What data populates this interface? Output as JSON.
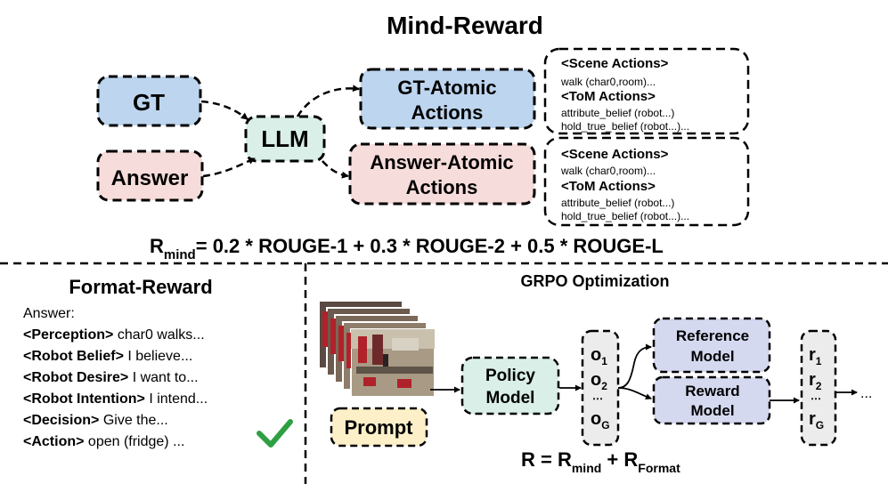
{
  "mind_reward": {
    "title": "Mind-Reward",
    "gt": "GT",
    "answer": "Answer",
    "llm": "LLM",
    "gt_atomic_line1": "GT-Atomic",
    "gt_atomic_line2": "Actions",
    "answer_atomic_line1": "Answer-Atomic",
    "answer_atomic_line2": "Actions",
    "gt_panel": {
      "scene_header": "<Scene Actions>",
      "scene_line": "walk (char0,room)...",
      "tom_header": "<ToM Actions>",
      "tom_line1": "attribute_belief (robot...)",
      "tom_line2": "hold_true_belief (robot...)..."
    },
    "answer_panel": {
      "scene_header": "<Scene Actions>",
      "scene_line": "walk (char0,room)...",
      "tom_header": "<ToM Actions>",
      "tom_line1": "attribute_belief (robot...)",
      "tom_line2": "hold_true_belief (robot...)..."
    },
    "formula": {
      "r": "R",
      "sub": "mind",
      "rest": "= 0.2 * ROUGE-1 + 0.3 * ROUGE-2 + 0.5 * ROUGE-L"
    }
  },
  "format_reward": {
    "title": "Format-Reward",
    "answer_label": "Answer:",
    "lines": [
      {
        "tag": "<Perception>",
        "text": " char0 walks..."
      },
      {
        "tag": "<Robot Belief>",
        "text": " I believe..."
      },
      {
        "tag": "<Robot Desire>",
        "text": " I want to..."
      },
      {
        "tag": "<Robot Intention>",
        "text": " I intend..."
      },
      {
        "tag": "<Decision>",
        "text": " Give the..."
      },
      {
        "tag": "<Action>",
        "text": " open (fridge) ..."
      }
    ],
    "check_icon": "checkmark-icon",
    "check_color": "#2ea043"
  },
  "grpo": {
    "title": "GRPO Optimization",
    "policy_line1": "Policy",
    "policy_line2": "Model",
    "prompt": "Prompt",
    "o_items": [
      {
        "base": "o",
        "sub": "1"
      },
      {
        "base": "o",
        "sub": "2"
      },
      {
        "base": "o",
        "sub": "G"
      }
    ],
    "r_items": [
      {
        "base": "r",
        "sub": "1"
      },
      {
        "base": "r",
        "sub": "2"
      },
      {
        "base": "r",
        "sub": "G"
      }
    ],
    "reference_line1": "Reference",
    "reference_line2": "Model",
    "reward_line1": "Reward",
    "reward_line2": "Model",
    "trailing": "...",
    "formula": {
      "r": "R = R",
      "sub1": "mind",
      "plus": " + R",
      "sub2": "Format"
    }
  },
  "colors": {
    "blue_fill": "#bdd5ee",
    "pink_fill": "#f6dcda",
    "mint_fill": "#d9efe8",
    "lavender_fill": "#d5d9f0",
    "yellow_fill": "#fdf0c9",
    "gray_fill": "#ececec"
  }
}
